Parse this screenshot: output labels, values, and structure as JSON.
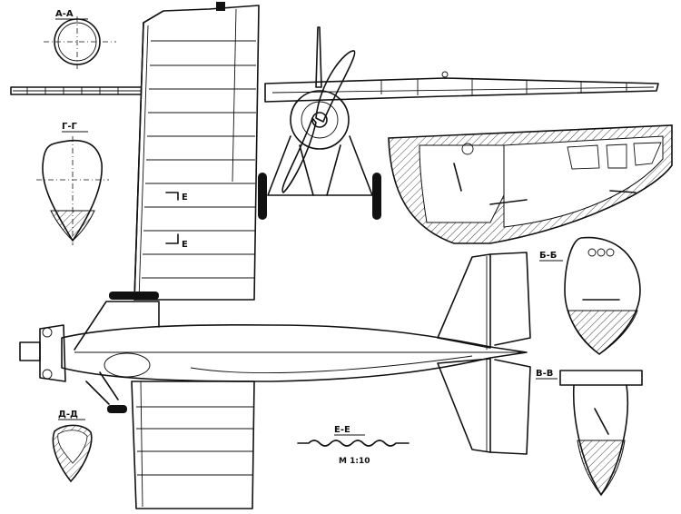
{
  "sections": {
    "a_a": "А-А",
    "g_g": "Г-Г",
    "d_d": "Д-Д",
    "b_b": "Б-Б",
    "v_v": "В-В",
    "e_e": "Е-Е"
  },
  "markers": {
    "e_upper": "Е",
    "e_lower": "Е"
  },
  "scale": "М 1:10"
}
